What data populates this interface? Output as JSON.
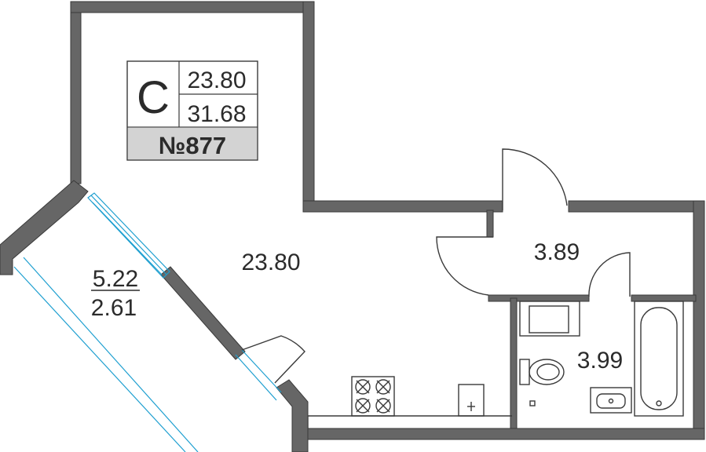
{
  "info_box": {
    "type_letter": "С",
    "living_area": "23.80",
    "total_area": "31.68",
    "unit_number": "№877"
  },
  "rooms": {
    "main_room": "23.80",
    "hallway": "3.89",
    "bathroom": "3.99",
    "balcony_full": "5.22",
    "balcony_reduced": "2.61"
  },
  "colors": {
    "wall": "#666666",
    "glazing": "#1e9fd0",
    "badge_bg": "#d3d3d3"
  }
}
